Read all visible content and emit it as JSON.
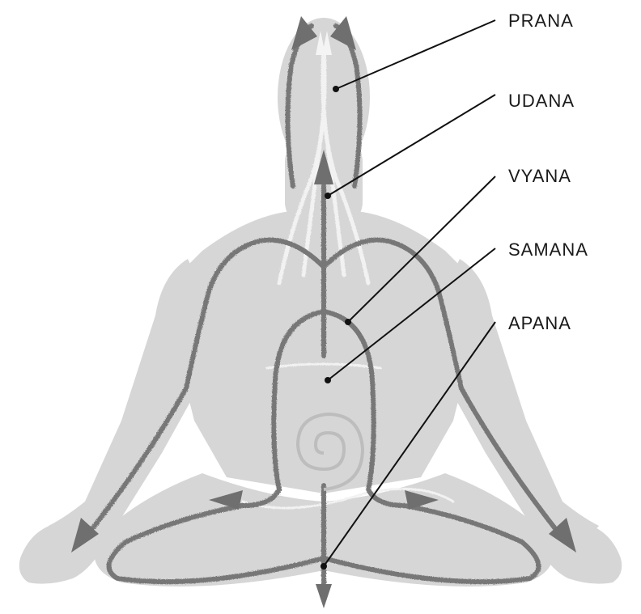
{
  "diagram": {
    "labels": [
      {
        "id": "prana",
        "text": "PRANA"
      },
      {
        "id": "udana",
        "text": "UDANA"
      },
      {
        "id": "vyana",
        "text": "VYANA"
      },
      {
        "id": "samana",
        "text": "SAMANA"
      },
      {
        "id": "apana",
        "text": "APANA"
      }
    ]
  },
  "colors": {
    "background": "#ffffff",
    "body_silhouette": "#d6d6d6",
    "flow_dark": "#777777",
    "flow_light": "#eeeeee",
    "leader_line": "#111111",
    "label_text": "#1a1a1a"
  },
  "icons": {
    "arrowheads": "triangle-arrow",
    "center_marker": "spiral-icon"
  }
}
